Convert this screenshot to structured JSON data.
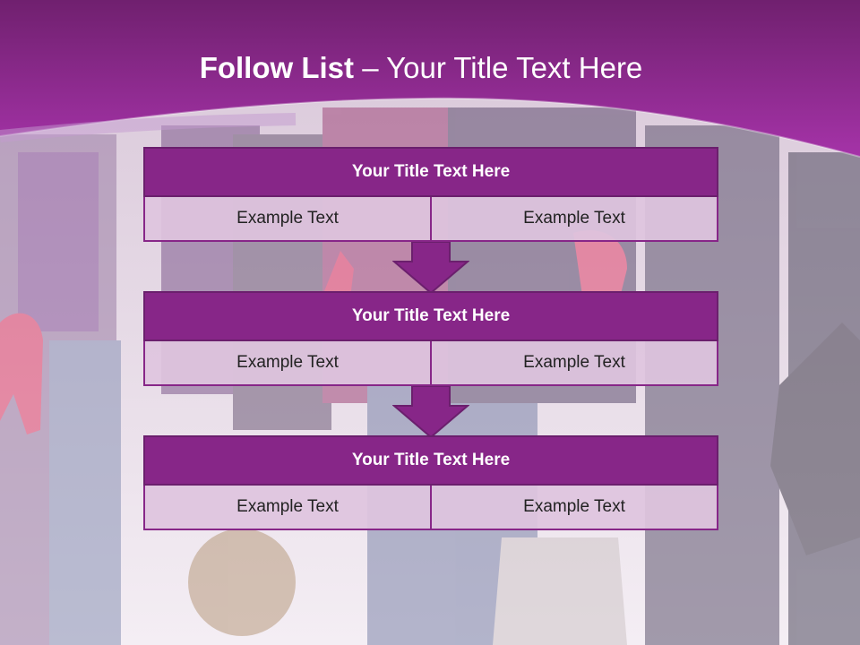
{
  "slide": {
    "title_bold": "Follow List",
    "title_rest": " – Your Title Text Here"
  },
  "colors": {
    "header": "#8a2a8e",
    "block_header": "#872688",
    "cell_fill": "#dec4de",
    "arrow": "#872688"
  },
  "blocks": [
    {
      "title": "Your Title Text Here",
      "left": "Example Text",
      "right": "Example Text"
    },
    {
      "title": "Your Title Text Here",
      "left": "Example Text",
      "right": "Example Text"
    },
    {
      "title": "Your Title Text Here",
      "left": "Example Text",
      "right": "Example Text"
    }
  ]
}
